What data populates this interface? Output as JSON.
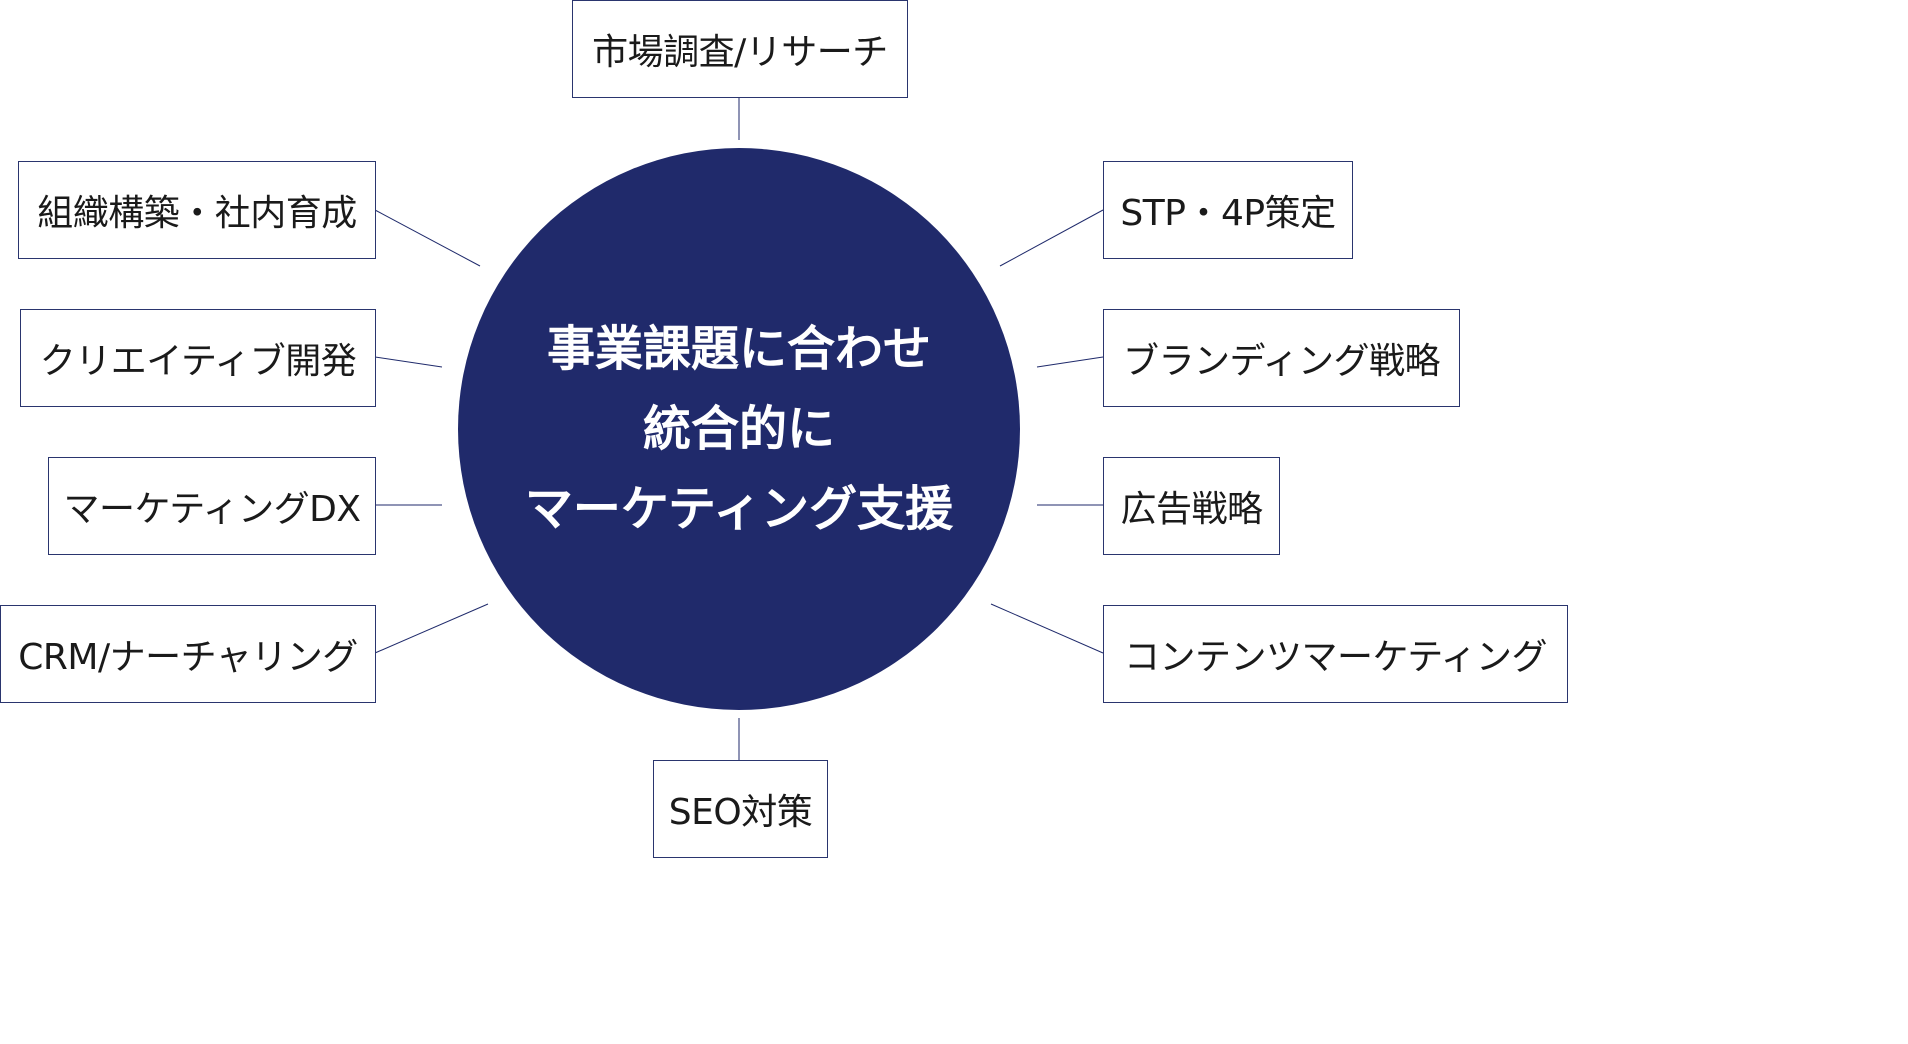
{
  "diagram": {
    "colors": {
      "hub_fill": "#202a6b",
      "hub_text": "#ffffff",
      "node_border": "#2a356e",
      "connector": "#1f2a6b",
      "node_text": "#1a1a1a"
    },
    "center": {
      "lines": [
        "事業課題に合わせ",
        "統合的に",
        "マーケティング支援"
      ]
    },
    "nodes": {
      "market_research": "市場調査/リサーチ",
      "organization": "組織構築・社内育成",
      "creative": "クリエイティブ開発",
      "marketing_dx": "マーケティングDX",
      "crm": "CRM/ナーチャリング",
      "seo": "SEO対策",
      "stp_4p": "STP・4P策定",
      "branding": "ブランディング戦略",
      "advertising": "広告戦略",
      "content_marketing": "コンテンツマーケティング"
    }
  }
}
